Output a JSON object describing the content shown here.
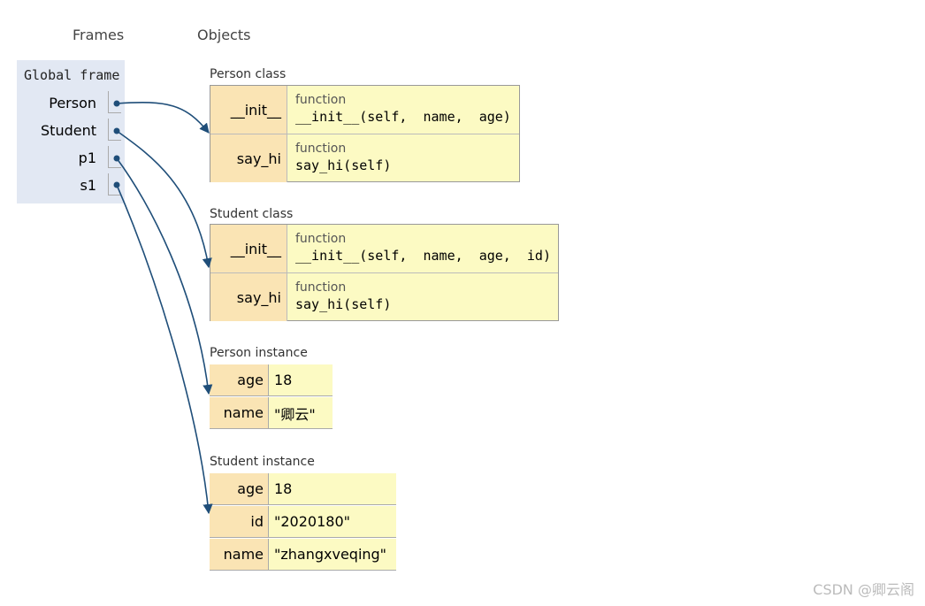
{
  "headers": {
    "frames": "Frames",
    "objects": "Objects"
  },
  "global_frame": {
    "title": "Global frame",
    "variables": [
      "Person",
      "Student",
      "p1",
      "s1"
    ]
  },
  "person_class": {
    "label": "Person class",
    "rows": [
      {
        "key": "__init__",
        "type": "function",
        "sig": "__init__(self,  name,  age)"
      },
      {
        "key": "say_hi",
        "type": "function",
        "sig": "say_hi(self)"
      }
    ]
  },
  "student_class": {
    "label": "Student class",
    "rows": [
      {
        "key": "__init__",
        "type": "function",
        "sig": "__init__(self,  name,  age,  id)"
      },
      {
        "key": "say_hi",
        "type": "function",
        "sig": "say_hi(self)"
      }
    ]
  },
  "person_instance": {
    "label": "Person instance",
    "rows": [
      {
        "key": "age",
        "value": "18"
      },
      {
        "key": "name",
        "value": "\"卿云\""
      }
    ]
  },
  "student_instance": {
    "label": "Student instance",
    "rows": [
      {
        "key": "age",
        "value": "18"
      },
      {
        "key": "id",
        "value": "\"2020180\""
      },
      {
        "key": "name",
        "value": "\"zhangxveqing\""
      }
    ]
  },
  "watermark": "CSDN @卿云阁",
  "colors": {
    "frame_bg": "#e2e8f3",
    "key_bg": "#fae4b4",
    "value_bg": "#fcfac3",
    "arrow": "#1f4e79"
  }
}
